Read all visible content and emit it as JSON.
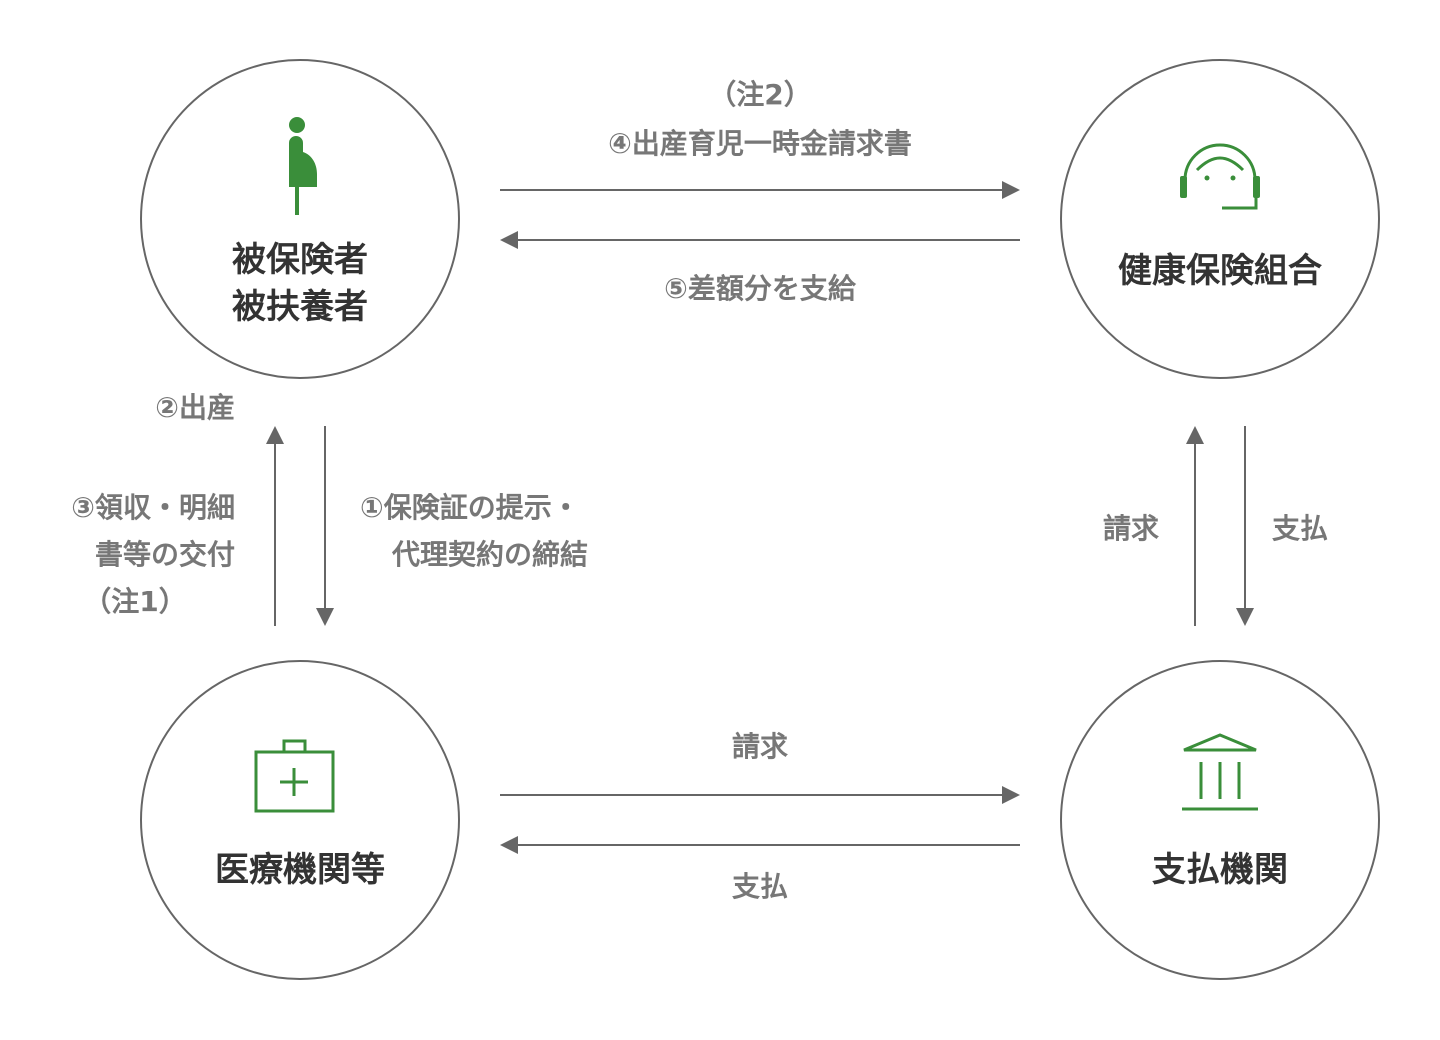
{
  "colors": {
    "accent": "#3a8e3a",
    "text": "#333333",
    "label": "#777777",
    "line": "#666666"
  },
  "nodes": {
    "insured": {
      "line1": "被保険者",
      "line2": "被扶養者",
      "icon": "pregnant-person-icon"
    },
    "union": {
      "label": "健康保険組合",
      "icon": "headset-operator-icon"
    },
    "medical": {
      "label": "医療機関等",
      "icon": "medical-bag-icon"
    },
    "payment": {
      "label": "支払機関",
      "icon": "bank-building-icon"
    }
  },
  "edges": {
    "claim_note": "（注2）",
    "claim": "④出産育児一時金請求書",
    "difference": "⑤差額分を支給",
    "birth": "②出産",
    "receipt_line1": "③領収・明細",
    "receipt_line2": "書等の交付",
    "receipt_note": "（注1）",
    "card_line1": "①保険証の提示・",
    "card_line2": "代理契約の締結",
    "union_request": "請求",
    "union_payment": "支払",
    "medical_request": "請求",
    "medical_payment": "支払"
  }
}
